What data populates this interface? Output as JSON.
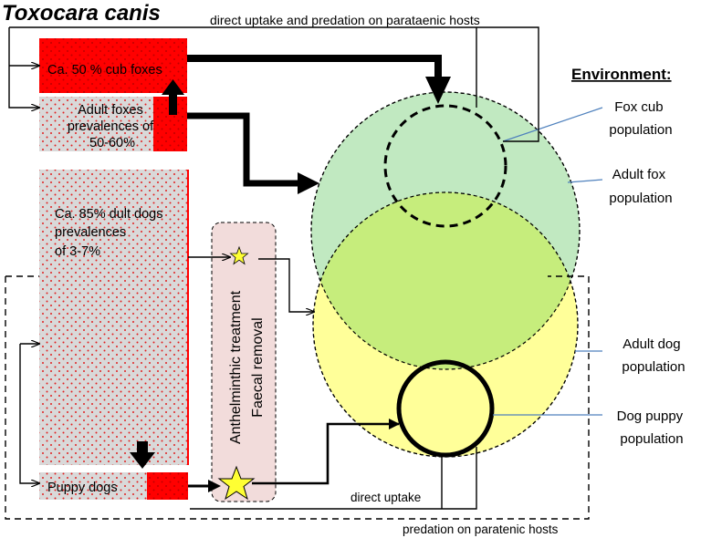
{
  "title": "Toxocara canis",
  "top_arrow_label": "direct uptake and predation on parataenic hosts",
  "boxes": {
    "cub_foxes": "Ca. 50 % cub foxes",
    "adult_foxes": [
      "Adult foxes",
      "prevalences of",
      "50-60%"
    ],
    "adult_dogs": [
      "Ca. 85% dult dogs",
      "prevalences",
      "of 3-7%"
    ],
    "puppy_dogs": "Puppy dogs"
  },
  "treatment": [
    "Anthelminthic treatment",
    "Faecal removal"
  ],
  "environment": {
    "heading": "Environment:",
    "fox_cub": [
      "Fox cub",
      "population"
    ],
    "adult_fox": [
      "Adult fox",
      "population"
    ],
    "adult_dog": [
      "Adult dog",
      "population"
    ],
    "dog_puppy": [
      "Dog puppy",
      "population"
    ]
  },
  "bottom_labels": {
    "direct_uptake": "direct uptake",
    "predation": "predation on paratenic hosts"
  },
  "colors": {
    "red": "#ff0000",
    "grey": "#d9d9d9",
    "dot": "#e02020",
    "pink": "#f2dcdb",
    "green": "#c1e9c1",
    "yellow": "#ffff99",
    "overlap": "#c6ed7c",
    "star": "#ffff33",
    "blue_line": "#4f81bd"
  }
}
